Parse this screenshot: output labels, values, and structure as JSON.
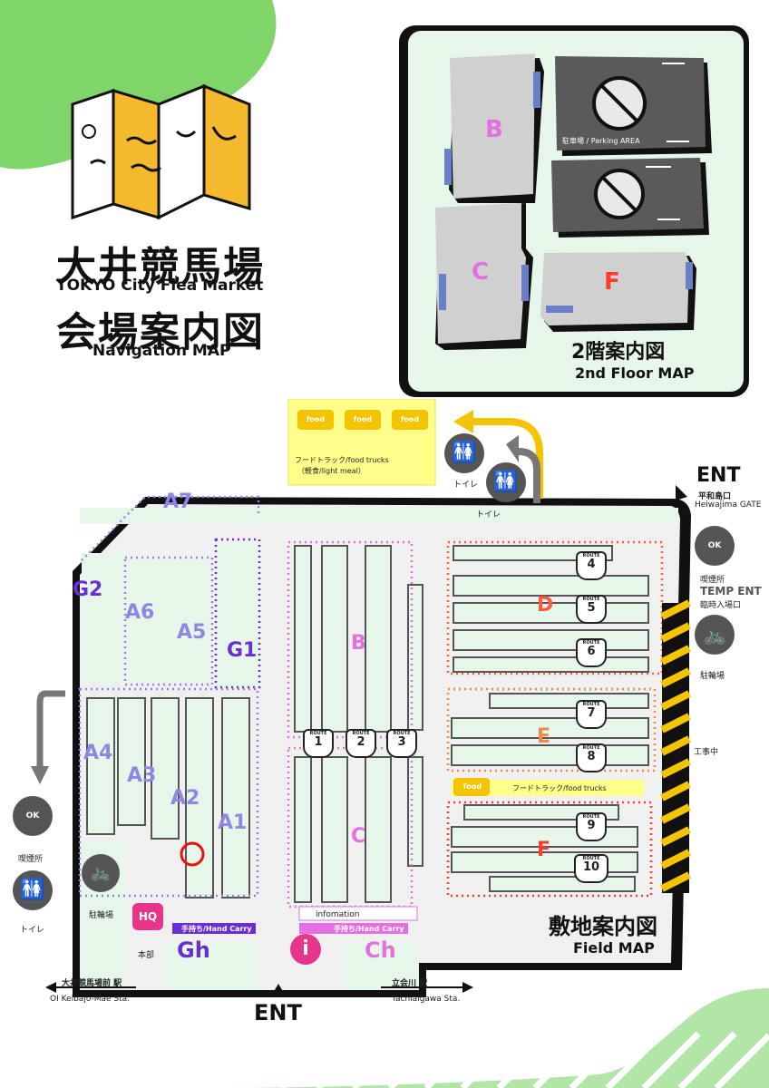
{
  "header": {
    "title_jp": "大井競馬場",
    "title_en": "TOKYO City Flea Market",
    "subtitle_jp": "会場案内図",
    "subtitle_en": "Navigation MAP"
  },
  "floor2": {
    "title_jp": "2階案内図",
    "title_en": "2nd Floor MAP",
    "parking_label": "駐車場 / Parking AREA",
    "zones": [
      "B",
      "C",
      "F"
    ]
  },
  "field": {
    "title_jp": "敷地案内図",
    "title_en": "Field MAP",
    "food_truck_label": "フードトラック/food trucks",
    "food_truck_sub": "（軽食/light meal）",
    "food_truck_label2": "フードトラック/food trucks",
    "food_badge": "food",
    "toilet": "トイレ",
    "smoking": "喫煙所",
    "bike": "駐輪場",
    "construction": "工事中",
    "smoke_ok": "OK",
    "ent_main": "ENT",
    "ent_top": "ENT",
    "ent_top_jp": "平和島口",
    "ent_top_en": "Heiwajima GATE",
    "temp_ent": "TEMP ENT",
    "temp_ent_jp": "臨時入場口",
    "hq_badge": "HQ",
    "hq_label": "本部",
    "hand_carry": "手持ち/Hand Carry",
    "information": "infomation",
    "info_icon": "i",
    "route_word": "ROUTE",
    "station_left_jp": "大井競馬場前 駅",
    "station_left_en": "OI Keibajo-Mae Sta.",
    "station_right_jp": "立会川 駅",
    "station_right_en": "Tachiaigawa Sta.",
    "zones": {
      "A1": "A1",
      "A2": "A2",
      "A3": "A3",
      "A4": "A4",
      "A5": "A5",
      "A6": "A6",
      "A7": "A7",
      "G1": "G1",
      "G2": "G2",
      "Gh": "Gh",
      "Ch": "Ch",
      "B": "B",
      "C": "C",
      "D": "D",
      "E": "E",
      "F": "F"
    },
    "routes": [
      "1",
      "2",
      "3",
      "4",
      "5",
      "6",
      "7",
      "8",
      "9",
      "10"
    ]
  },
  "colors": {
    "mint": "#e6f7e9",
    "purple": "#6a2fd0",
    "lavender": "#8f87e6",
    "pink": "#e46fe0",
    "orange_red": "#ff5a3c",
    "orange": "#f08a4b",
    "yellow": "#f7e52a",
    "magenta": "#e6358a",
    "green_deco": "#7fd56a"
  }
}
